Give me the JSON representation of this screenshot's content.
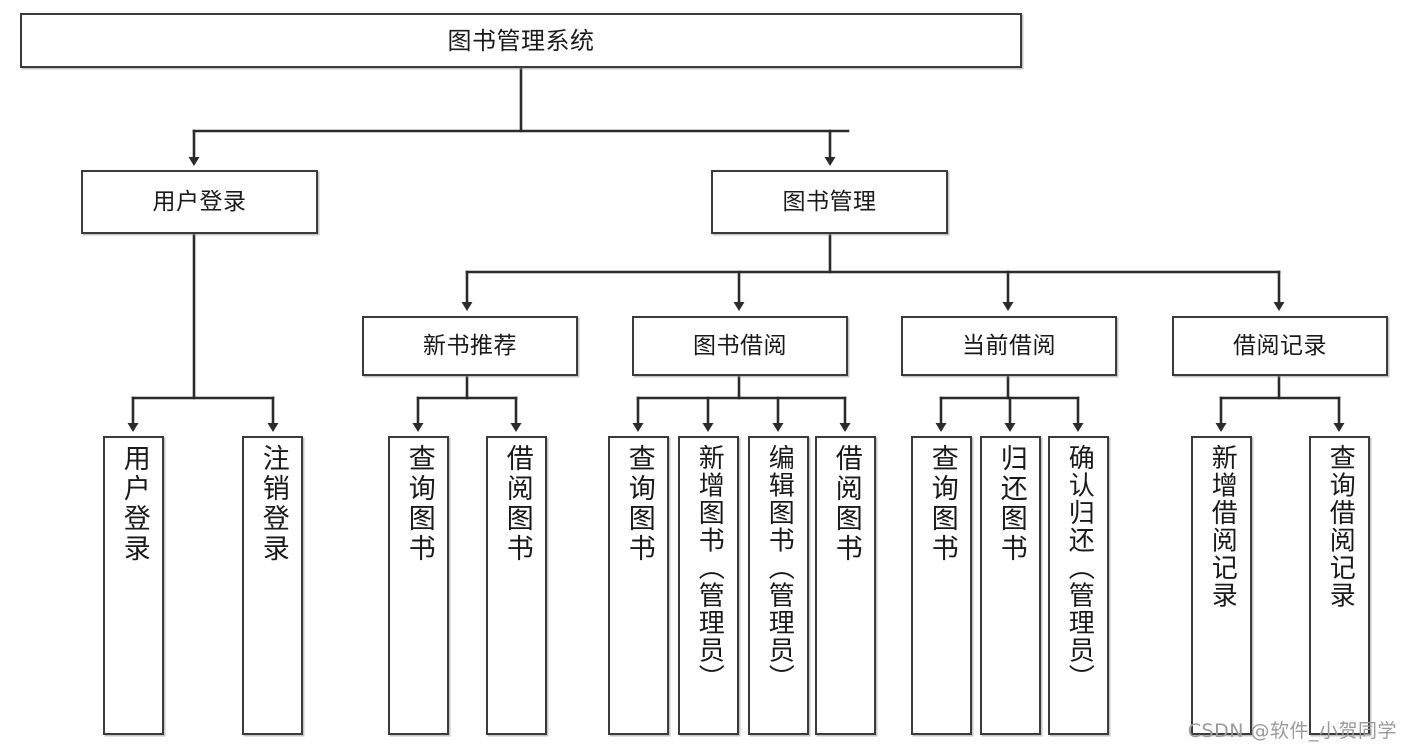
{
  "diagram": {
    "title": "图书管理系统",
    "type": "tree-hierarchy-diagram",
    "colors": {
      "box_border": "#3b3b3b",
      "box_fill": "#ffffff",
      "edge": "#2b2b2b",
      "text": "#1a1a1a",
      "watermark": "#9a9a9a"
    },
    "root": {
      "id": "root",
      "label": "图书管理系统"
    },
    "level2": [
      {
        "id": "user-login",
        "label": "用户登录"
      },
      {
        "id": "book-management",
        "label": "图书管理"
      }
    ],
    "level3": [
      {
        "id": "new-book-recommend",
        "label": "新书推荐"
      },
      {
        "id": "book-borrow",
        "label": "图书借阅"
      },
      {
        "id": "current-borrow",
        "label": "当前借阅"
      },
      {
        "id": "borrow-record",
        "label": "借阅记录"
      }
    ],
    "leaves": {
      "user_login": [
        {
          "id": "leaf-user-login",
          "label": "用户登录"
        },
        {
          "id": "leaf-logout",
          "label": "注销登录"
        }
      ],
      "new_book_recommend": [
        {
          "id": "leaf-query-book-1",
          "label": "查询图书"
        },
        {
          "id": "leaf-borrow-book-1",
          "label": "借阅图书"
        }
      ],
      "book_borrow": [
        {
          "id": "leaf-query-book-2",
          "label": "查询图书"
        },
        {
          "id": "leaf-add-book",
          "label": "新增图书（管理员）"
        },
        {
          "id": "leaf-edit-book",
          "label": "编辑图书（管理员）"
        },
        {
          "id": "leaf-borrow-book-2",
          "label": "借阅图书"
        }
      ],
      "current_borrow": [
        {
          "id": "leaf-query-book-3",
          "label": "查询图书"
        },
        {
          "id": "leaf-return-book",
          "label": "归还图书"
        },
        {
          "id": "leaf-confirm-return",
          "label": "确认归还（管理员）"
        }
      ],
      "borrow_record": [
        {
          "id": "leaf-add-record",
          "label": "新增借阅记录"
        },
        {
          "id": "leaf-query-record",
          "label": "查询借阅记录"
        }
      ]
    }
  },
  "watermark": {
    "text": "CSDN @软件_小贺同学"
  }
}
